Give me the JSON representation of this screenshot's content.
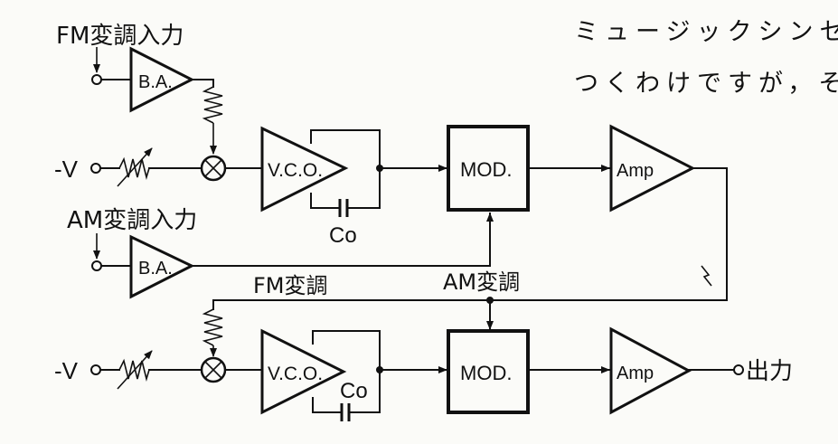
{
  "text_header": {
    "line1": "ミュージックシンセ",
    "line2": "つくわけですが，そ"
  },
  "labels": {
    "fm_input": "FM変調入力",
    "am_input": "AM変調入力",
    "neg_v_top": "-V",
    "neg_v_bottom": "-V",
    "fm_mod": "FM変調",
    "am_mod": "AM変調",
    "output": "出力",
    "c0_top": "Co",
    "c0_bottom": "Co"
  },
  "blocks": {
    "ba_top": "B.A.",
    "ba_bottom": "B.A.",
    "vco_top": "V.C.O.",
    "vco_bottom": "V.C.O.",
    "mod_top": "MOD.",
    "mod_bottom": "MOD.",
    "amp_top": "Amp",
    "amp_bottom": "Amp"
  }
}
